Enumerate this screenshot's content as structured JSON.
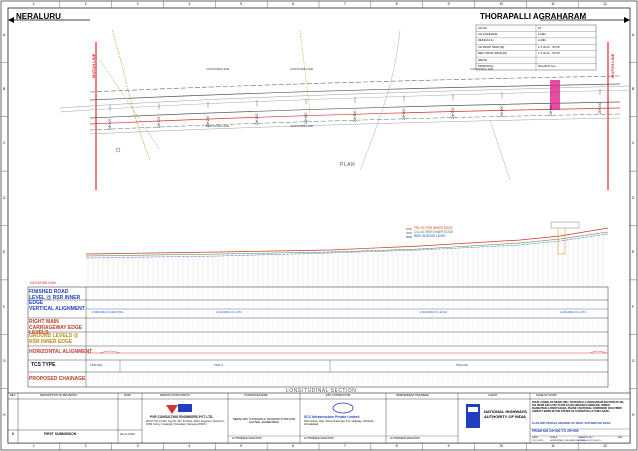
{
  "sheet": {
    "left_place": "NERALURU",
    "right_place": "THORAPALLI AGRAHARAM",
    "plan_label": "PLAN",
    "section_label": "LONGITUDINAL SECTION",
    "col_numbers": [
      "1",
      "2",
      "3",
      "4",
      "5",
      "6",
      "7",
      "8",
      "9",
      "10",
      "11",
      "12"
    ],
    "row_letters": [
      "A",
      "B",
      "C",
      "D",
      "E",
      "F",
      "G",
      "H"
    ],
    "match_line": "MATCH LINE",
    "cultivated_land": "CULTIVATED LAND",
    "row_labels": [
      "FINISHED ROAD LEVEL @ RSR INNER EDGE",
      "VERTICAL ALIGNMENT",
      "RIGHT MAIN CARRIAGEWAY EDGE LEVELS",
      "GROUND LEVELS @ RSR INNER EDGE",
      "HORIZONTAL ALIGNMENT",
      "TCS TYPE",
      "PROPOSED CHAINAGE"
    ],
    "datum": "DATUM 880.000m",
    "tcs_values": [
      "TCS-VAL",
      "TCS-4",
      "TCS-VIA"
    ],
    "chainage_ticks": [
      "24+000",
      "24+100",
      "24+200",
      "24+300",
      "24+400",
      "24+500",
      "24+600",
      "24+700",
      "24+800",
      "24+900",
      "25+000"
    ],
    "legend": {
      "frl": "FRL AT RSR INNER EDGE",
      "cgl": "CGL AT RSR INNER EDGE",
      "rmc": "RMC IN EDGE LEVEL"
    },
    "curve_labels": [
      "L=900.000m K=1200.703m",
      "L=140.000m K=-4.372",
      "L=160.000m K=-14.011",
      "L=200.000m K=-4.474"
    ]
  },
  "info_box": {
    "rows": [
      [
        "CS NO.",
        "A7"
      ],
      [
        "CH CHAINAGE",
        "2+991"
      ],
      [
        "DESIGN CH",
        "2+991"
      ],
      [
        "CH PROP. SPAN (M)",
        "1 X 3m/C - STOP"
      ],
      [
        "DES. PROP. SPAN (M)",
        "1 X 3m/C - STOP"
      ],
      [
        "WIDTH",
        ""
      ],
      [
        "PROPOSAL",
        "New RCC box"
      ]
    ]
  },
  "title_block": {
    "headers": [
      "REV.",
      "DESCRIPTION OF REVISIONS",
      "DATE",
      "DESIGN CONSULTANTS",
      "CONCESSIONAIRE",
      "EPC CONTRACTOR",
      "INDEPENDENT ENGINEER",
      "CLIENT",
      "NAME OF WORK:"
    ],
    "rev": "0",
    "rev_desc": "FIRST SUBMISSION",
    "rev_date": "22.11.2023",
    "consultant_name": "PVR CONSULTING ENGINEERS PVT. LTD.",
    "consultant_addr": "#PLOT NO.3 & #10, Opp No. 503, 3rd Floor, Matrix Apartment, Road No.1, JPNR Colony, Kukatpally, Hyderabad, Telangana 500072",
    "concessionaire": "NERALURU THORAPALLI ROADWAYS PRIVATE LIMITED, AHMEDABAD",
    "epc_name": "SCC Infrastructure Private Limited",
    "epc_addr": "SCC House, Opp. Nirma University, S.G. Highway, Chharodi, Ahmedabad.",
    "client": "NATIONAL HIGHWAYS AUTHORITY OF INDIA",
    "sign1": "AUTHORIZED SIGNATORY",
    "sign2": "AUTHORIZED SIGNATORY",
    "sign3": "AUTHORIZED SIGNATORY",
    "name_of_work": "FOUR LANING OF NERALURU- THORAPALLI AGRAHARAM SECTION OF NH-844 FROM KM 0+000 TO KM 23+350 (DESIGN CHAINAGE) UNDER BHARATMALA PARIYOJANA, PHASE I (NATIONAL CORRIDOR) ON HYBRID ANNUITY MODE IN THE STATES OF KARNATAKA & TAMIL NADU.",
    "drawing_title": "PLAN AND PROFILE DRAWING OF RIGHT SLIP/SERVICE ROAD",
    "drawing_range": "FROM KM 24+000 TO 25+000",
    "date_label": "DATE:",
    "date_value": "22.11.2023",
    "scale_label": "SCALE:",
    "scale_value": "HORIZONTAL 1:1000 VERTICAL 1:100",
    "drawing_no_label": "DRAWING NO.:",
    "drawing_no": "NTR/ROAD/PP/RSR/11",
    "rev_label": "REV."
  },
  "colors": {
    "red": "#d83030",
    "blue": "#1f3fbf",
    "green": "#2e8b2e",
    "magenta": "#e0208f",
    "orange": "#d08a1a",
    "grid": "#c9c9c9"
  }
}
